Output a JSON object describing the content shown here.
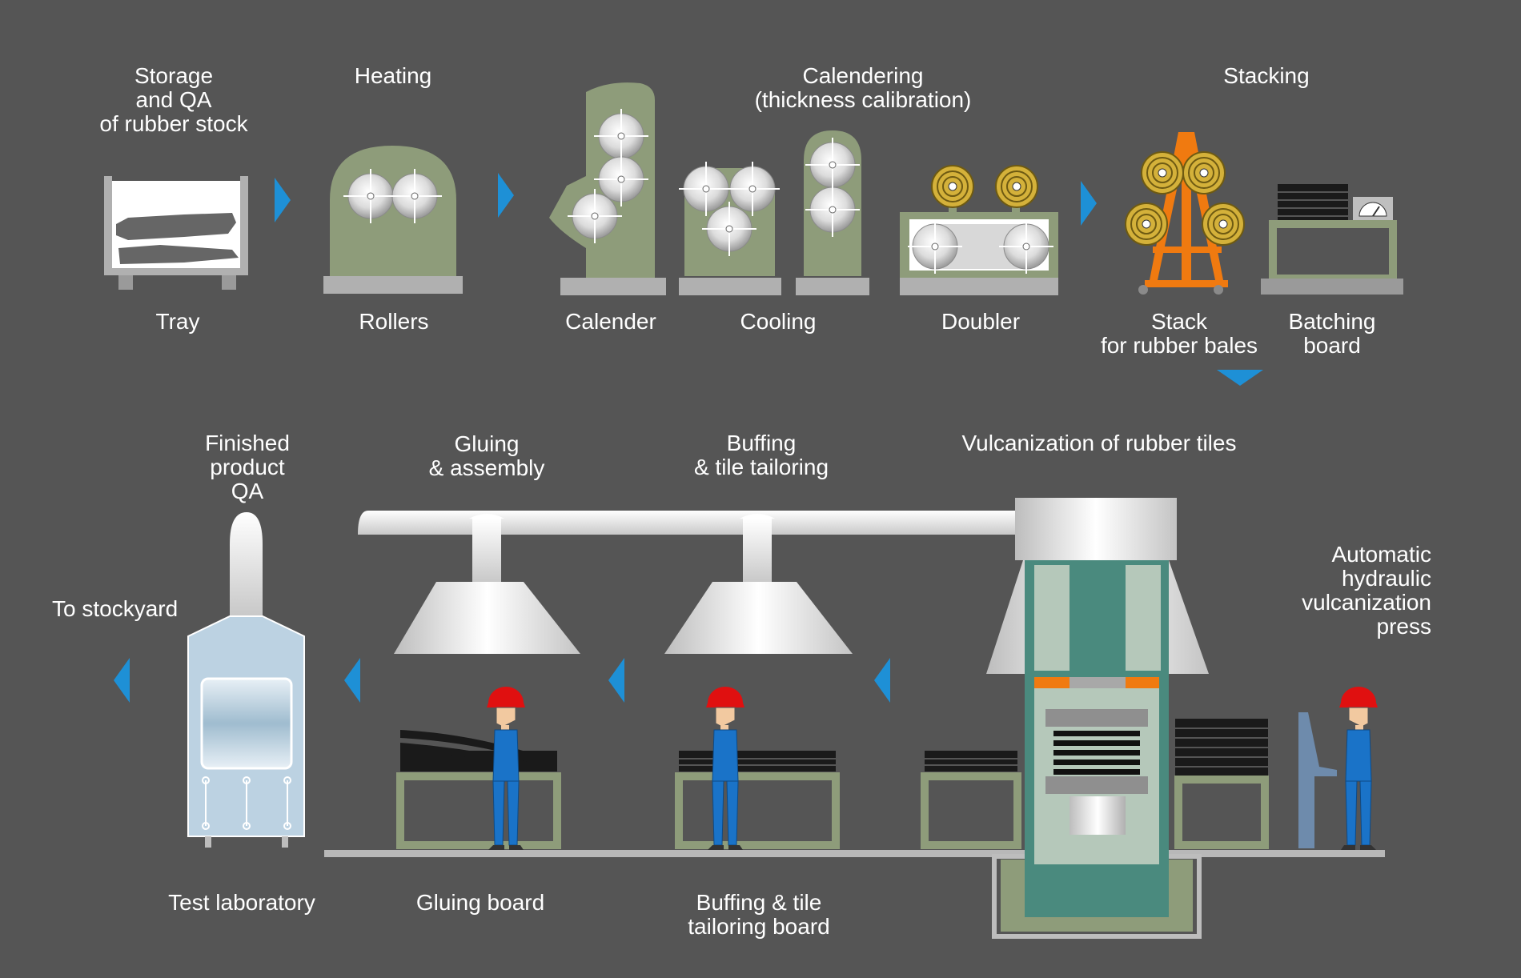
{
  "stages": {
    "storage": "Storage\nand QA\nof rubber stock",
    "heating": "Heating",
    "calendering": "Calendering\n(thickness calibration)",
    "stacking": "Stacking",
    "finished_qa": "Finished\nproduct\nQA",
    "gluing": "Gluing\n& assembly",
    "buffing": "Buffing\n& tile tailoring",
    "vulcanization": "Vulcanization of rubber tiles"
  },
  "equipment": {
    "tray": "Tray",
    "rollers": "Rollers",
    "calender": "Calender",
    "cooling": "Cooling",
    "doubler": "Doubler",
    "stack": "Stack\nfor rubber bales",
    "batching": "Batching\nboard",
    "test_lab": "Test laboratory",
    "gluing_board": "Gluing board",
    "buffing_board": "Buffing & tile\ntailoring board",
    "press": "Automatic\nhydraulic\nvulcanization\npress",
    "stockyard": "To stockyard"
  },
  "colors": {
    "background": "#555555",
    "machine_green": "#8e9c7a",
    "flow_arrow": "#1e90d6",
    "press_teal": "#4a8a7e",
    "worker_blue": "#1a73c8",
    "helmet_red": "#e01010",
    "stack_orange": "#f07a10"
  }
}
